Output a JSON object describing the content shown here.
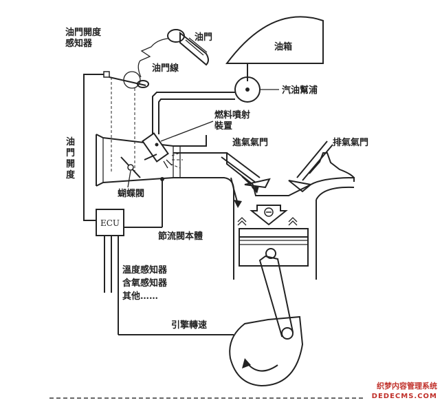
{
  "labels": {
    "throttle_sensor": [
      "油門開度",
      "感知器"
    ],
    "throttle": "油門",
    "throttle_cable": "油門線",
    "fuel_tank": "油箱",
    "fuel_pump": "汽油幫浦",
    "injector": [
      "燃料噴射",
      "裝置"
    ],
    "throttle_opening": [
      "油",
      "門",
      "開",
      "度"
    ],
    "intake_valve": "進氣氣門",
    "exhaust_valve": "排氣氣門",
    "butterfly_valve": "蝴蝶閥",
    "ecu": "ECU",
    "throttle_body": "節流閥本體",
    "sensors": [
      "溫度感知器",
      "含氧感知器",
      "其他……"
    ],
    "engine_speed": "引擎轉速"
  },
  "watermark": {
    "line1": "织梦内容管理系统",
    "line2": "DEDECMS.COM"
  }
}
